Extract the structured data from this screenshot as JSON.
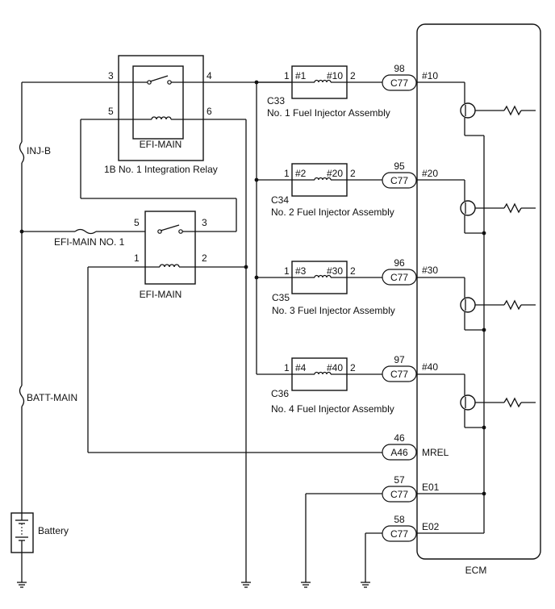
{
  "ecm": {
    "label": "ECM"
  },
  "battery": {
    "label": "Battery"
  },
  "fuses": {
    "injb": "INJ-B",
    "battmain": "BATT-MAIN",
    "efimain_no1": "EFI-MAIN NO. 1"
  },
  "relay1": {
    "name": "EFI-MAIN",
    "caption": "1B  No. 1 Integration Relay",
    "pin3": "3",
    "pin4": "4",
    "pin5": "5",
    "pin6": "6"
  },
  "relay2": {
    "name": "EFI-MAIN",
    "pin5": "5",
    "pin3": "3",
    "pin1": "1",
    "pin2": "2"
  },
  "injectors": [
    {
      "left_pin": "1",
      "left_label": "#1",
      "right_label": "#10",
      "right_pin": "2",
      "conn": "C33",
      "name": "No. 1 Fuel Injector Assembly",
      "ecm_pin": "98",
      "ecm_conn": "C77",
      "signal": "#10"
    },
    {
      "left_pin": "1",
      "left_label": "#2",
      "right_label": "#20",
      "right_pin": "2",
      "conn": "C34",
      "name": "No. 2 Fuel Injector Assembly",
      "ecm_pin": "95",
      "ecm_conn": "C77",
      "signal": "#20"
    },
    {
      "left_pin": "1",
      "left_label": "#3",
      "right_label": "#30",
      "right_pin": "2",
      "conn": "C35",
      "name": "No. 3 Fuel Injector Assembly",
      "ecm_pin": "96",
      "ecm_conn": "C77",
      "signal": "#30"
    },
    {
      "left_pin": "1",
      "left_label": "#4",
      "right_label": "#40",
      "right_pin": "2",
      "conn": "C36",
      "name": "No. 4 Fuel Injector Assembly",
      "ecm_pin": "97",
      "ecm_conn": "C77",
      "signal": "#40"
    }
  ],
  "mrel": {
    "pin": "46",
    "conn": "A46",
    "signal": "MREL"
  },
  "e01": {
    "pin": "57",
    "conn": "C77",
    "signal": "E01"
  },
  "e02": {
    "pin": "58",
    "conn": "C77",
    "signal": "E02"
  }
}
